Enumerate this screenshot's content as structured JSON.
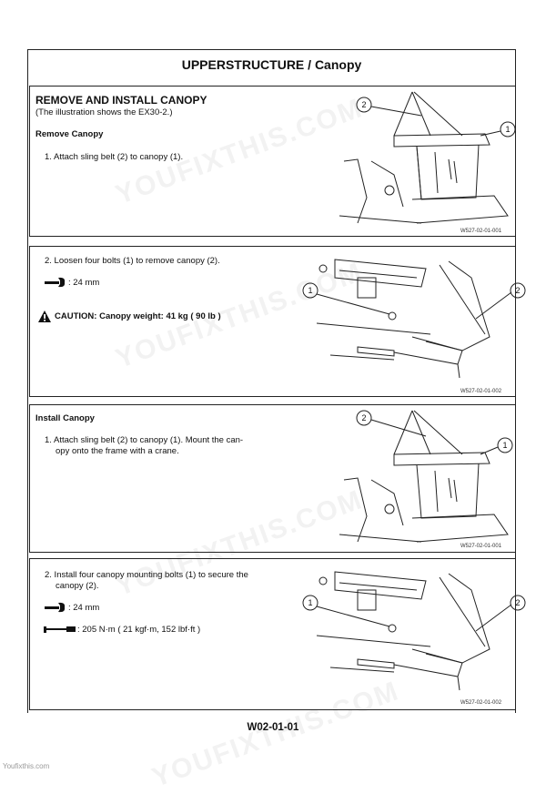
{
  "header": {
    "title": "UPPERSTRUCTURE / Canopy"
  },
  "section1": {
    "heading": "REMOVE AND INSTALL CANOPY",
    "note": "(The illustration shows the EX30-2.)",
    "subheading": "Remove Canopy",
    "step": "1. Attach sling belt (2) to canopy (1).",
    "callouts": [
      "2",
      "1"
    ],
    "fig_code": "W527-02-01-001"
  },
  "section2": {
    "step": "2. Loosen four bolts (1) to remove canopy (2).",
    "wrench": ": 24  mm",
    "caution": "CAUTION: Canopy weight: 41  kg ( 90  lb )",
    "callouts": [
      "1",
      "2"
    ],
    "fig_code": "W527-02-01-002"
  },
  "section3": {
    "subheading": "Install Canopy",
    "step_line1": "1. Attach sling belt (2) to canopy (1). Mount the can-",
    "step_line2": "opy onto the frame with a crane.",
    "callouts": [
      "2",
      "1"
    ],
    "fig_code": "W527-02-01-001"
  },
  "section4": {
    "step_line1": "2. Install four canopy mounting bolts (1) to secure the",
    "step_line2": "canopy (2).",
    "wrench": ": 24  mm",
    "torque": ": 205  N·m ( 21  kgf·m, 152  lbf·ft )",
    "callouts": [
      "1",
      "2"
    ],
    "fig_code": "W527-02-01-002"
  },
  "footer": {
    "code": "W02-01-01",
    "site": "Youfixthis.com"
  },
  "watermark": "YOUFIXTHIS.COM",
  "icons": [
    "wrench-icon",
    "caution-icon",
    "torque-wrench-icon"
  ]
}
